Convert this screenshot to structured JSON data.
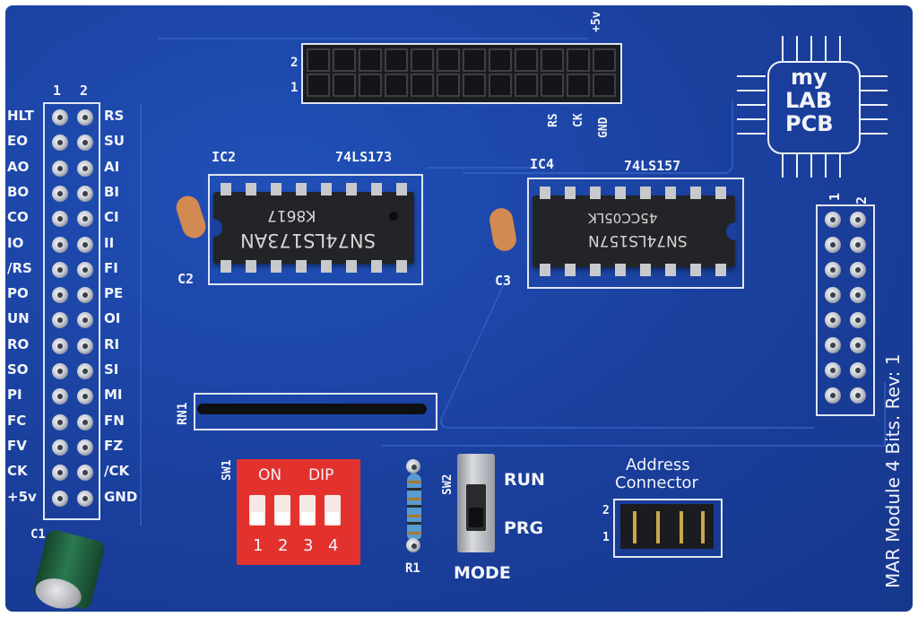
{
  "board": {
    "title_vertical": "MAR Module 4 Bits. Rev: 1",
    "logo": {
      "line1": "my",
      "line2": "LAB",
      "line3": "PCB"
    }
  },
  "left_header": {
    "col_numbers": [
      "1",
      "2"
    ],
    "left_labels": [
      "HLT",
      "EO",
      "AO",
      "BO",
      "CO",
      "IO",
      "/RS",
      "PO",
      "UN",
      "RO",
      "SO",
      "PI",
      "FC",
      "FV",
      "CK",
      "+5v"
    ],
    "right_labels": [
      "RS",
      "SU",
      "AI",
      "BI",
      "CI",
      "II",
      "FI",
      "PE",
      "OI",
      "RI",
      "SI",
      "MI",
      "FN",
      "FZ",
      "/CK",
      "GND"
    ]
  },
  "top_header": {
    "row_labels": [
      "2",
      "1"
    ],
    "power_label": "+5v",
    "bottom_labels": [
      "RS",
      "CK",
      "GND"
    ]
  },
  "right_header": {
    "col_numbers": [
      "1",
      "2"
    ]
  },
  "ic2": {
    "ref": "IC2",
    "part": "74LS173",
    "marking_line1": "K8617",
    "marking_line2": "SN74LS173AN",
    "cap_ref": "C2"
  },
  "ic4": {
    "ref": "IC4",
    "part": "74LS157",
    "marking_line1": "45CC05LK",
    "marking_line2": "SN74LS157N",
    "cap_ref": "C3"
  },
  "rn1": {
    "ref": "RN1"
  },
  "sw1": {
    "ref": "SW1",
    "on_label": "ON",
    "dip_label": "DIP",
    "switch_numbers": [
      "1",
      "2",
      "3",
      "4"
    ]
  },
  "r1": {
    "ref": "R1"
  },
  "sw2": {
    "ref": "SW2",
    "run_label": "RUN",
    "prg_label": "PRG",
    "mode_label": "MODE"
  },
  "address_connector": {
    "label_line1": "Address",
    "label_line2": "Connector",
    "row_labels": [
      "2",
      "1"
    ]
  },
  "c1": {
    "ref": "C1"
  },
  "colors": {
    "pcb": "#1a3f9c",
    "silkscreen": "#f2f4fa",
    "dip_switch": "#e3322d",
    "ceramic_cap": "#d28a52",
    "electrolytic_cap": "#1f5a3a"
  }
}
